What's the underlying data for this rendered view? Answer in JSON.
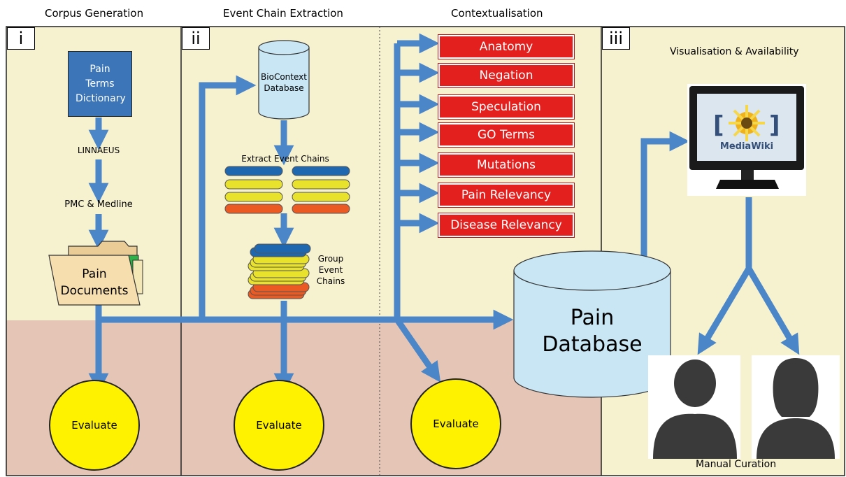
{
  "headers": {
    "corpus": "Corpus Generation",
    "event": "Event Chain Extraction",
    "context": "Contextualisation",
    "visual": "Visualisation & Availability"
  },
  "panels": {
    "i": "i",
    "ii": "ii",
    "iii": "iii"
  },
  "corpus": {
    "dictionary": "Pain Terms Dictionary",
    "linnaeus": "LINNAEUS",
    "pmc": "PMC & Medline",
    "documents": "Pain Documents",
    "evaluate": "Evaluate"
  },
  "event": {
    "db": "BioContext Database",
    "extract": "Extract Event Chains",
    "group": "Group Event Chains",
    "evaluate": "Evaluate"
  },
  "context": {
    "items": [
      "Anatomy",
      "Negation",
      "Speculation",
      "GO Terms",
      "Mutations",
      "Pain Relevancy",
      "Disease Relevancy"
    ],
    "evaluate": "Evaluate"
  },
  "visual": {
    "pain_db": "Pain Database",
    "wiki": "MediaWiki",
    "curation": "Manual Curation"
  },
  "colors": {
    "panel_bg": "#f6f2d0",
    "eval_bg": "#e5c5b5",
    "arrow": "#4a86c8",
    "dict": "#3c76b8",
    "db": "#c8e6f4",
    "red": "#e4201f",
    "yellow": "#fff200",
    "chain_blue": "#1f68b0",
    "chain_yellow": "#e8e22c",
    "chain_orange": "#ec5a24"
  }
}
